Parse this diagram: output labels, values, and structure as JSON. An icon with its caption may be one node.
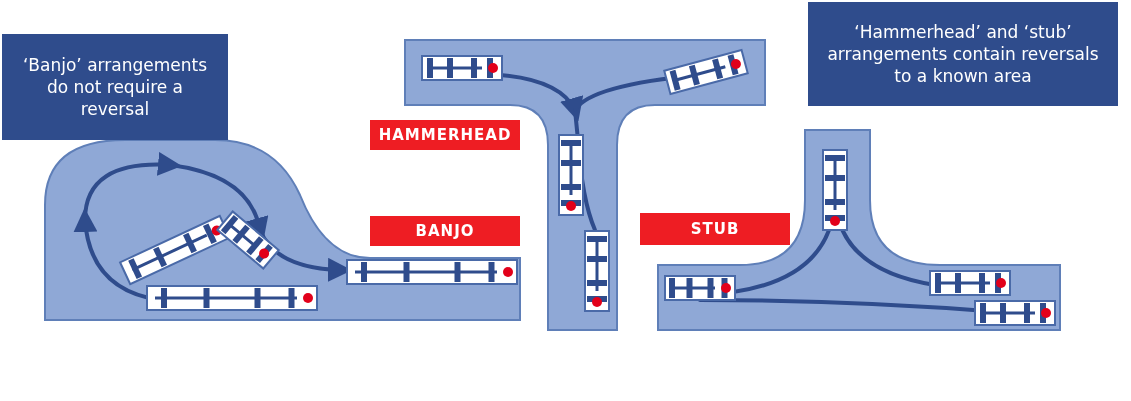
{
  "diagram": {
    "nodes": [
      {
        "text": [
          "‘Banjo’ arrangements do not require a reversal"
        ]
      },
      {
        "text": [
          "‘Hammerhead’ and ‘stub’ arrangements contain reversals to a known area"
        ]
      },
      {
        "text": [
          "HAMMERHEAD"
        ]
      },
      {
        "text": [
          "BANJO"
        ]
      },
      {
        "text": [
          "STUB"
        ]
      }
    ]
  }
}
